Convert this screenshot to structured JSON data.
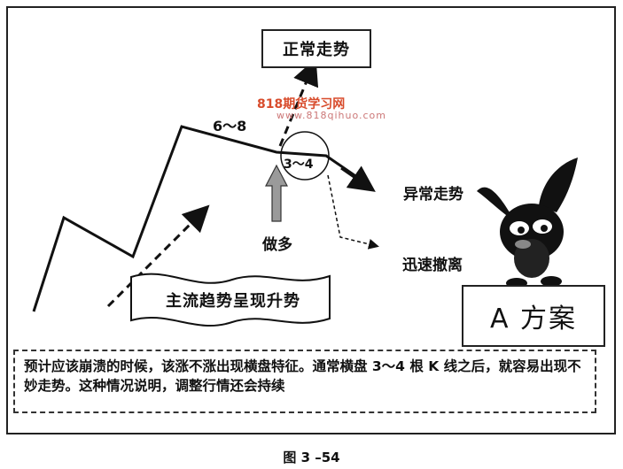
{
  "labels": {
    "normal_trend": "正常走势",
    "abnormal_trend": "异常走势",
    "range_6_8": "6～8",
    "range_3_4": "3～4",
    "go_long": "做多",
    "quick_exit": "迅速撤离",
    "main_trend": "主流趋势呈现升势",
    "plan_a": "A 方案"
  },
  "description": "预计应该崩溃的时候，该涨不涨出现横盘特征。通常横盘 3～4 根 K 线之后，就容易出现不妙走势。这种情况说明，调整行情还会持续",
  "caption": "图 3 –54",
  "watermark": {
    "name": "818期货学习网",
    "url": "www.818qihuo.com"
  },
  "colors": {
    "line": "#111111",
    "arrow_gray": "#9a9a9a",
    "watermark": "#d84c2c"
  }
}
